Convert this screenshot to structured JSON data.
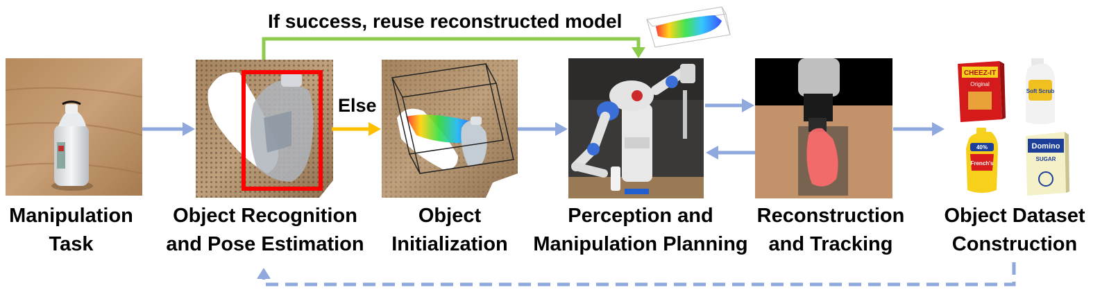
{
  "stages": [
    {
      "id": "manipulation-task",
      "line1": "Manipulation",
      "line2": "Task"
    },
    {
      "id": "object-recognition",
      "line1": "Object Recognition",
      "line2": "and Pose Estimation"
    },
    {
      "id": "object-initialization",
      "line1": "Object",
      "line2": "Initialization"
    },
    {
      "id": "perception-planning",
      "line1": "Perception and",
      "line2": "Manipulation Planning"
    },
    {
      "id": "reconstruction-tracking",
      "line1": "Reconstruction",
      "line2": "and Tracking"
    },
    {
      "id": "dataset-construction",
      "line1": "Object Dataset",
      "line2": "Construction"
    }
  ],
  "annotations": {
    "success_loop": "If success, reuse reconstructed model",
    "else_branch": "Else"
  },
  "products": {
    "cheezit": "CHEEZ-IT",
    "cheezit_sub": "Original",
    "softscrub": "Soft Scrub",
    "mustard": "French's",
    "mustard_badge": "40%",
    "domino": "Domino",
    "domino_sub": "SUGAR"
  },
  "colors": {
    "flow_arrow": "#8fa8de",
    "success_arrow": "#8dcb4e",
    "else_arrow": "#ffc000",
    "detection_box": "#ff0000"
  }
}
